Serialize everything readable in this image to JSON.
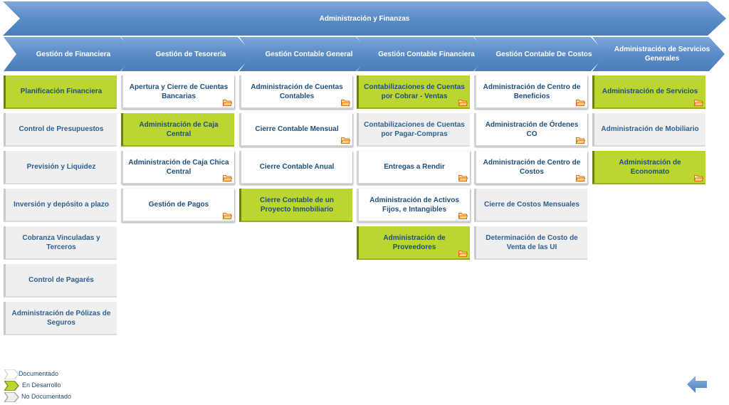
{
  "banner": {
    "title": "Administración y Finanzas"
  },
  "columns": [
    {
      "header": "Gestión de Financiera",
      "items": [
        {
          "label": "Planificación Financiera",
          "status": "dev",
          "folder": false
        },
        {
          "label": "Control de Presupuestos",
          "status": "und",
          "folder": false
        },
        {
          "label": "Previsión y Liquidez",
          "status": "und",
          "folder": false
        },
        {
          "label": "Inversión y depósito a plazo",
          "status": "und",
          "folder": false
        },
        {
          "label": "Cobranza Vinculadas y Terceros",
          "status": "und",
          "folder": false
        },
        {
          "label": "Control de Pagarés",
          "status": "und",
          "folder": false
        },
        {
          "label": "Administración de Pólizas de Seguros",
          "status": "und",
          "folder": false
        }
      ]
    },
    {
      "header": "Gestión de Tesorería",
      "items": [
        {
          "label": "Apertura y Cierre de Cuentas Bancarias",
          "status": "doc",
          "folder": true
        },
        {
          "label": "Administración de Caja Central",
          "status": "dev",
          "folder": false
        },
        {
          "label": "Administración de Caja Chica Central",
          "status": "doc",
          "folder": true
        },
        {
          "label": "Gestión de Pagos",
          "status": "doc",
          "folder": true
        }
      ]
    },
    {
      "header": "Gestión Contable General",
      "items": [
        {
          "label": "Administración de Cuentas Contables",
          "status": "doc",
          "folder": true
        },
        {
          "label": "Cierre Contable Mensual",
          "status": "doc",
          "folder": true
        },
        {
          "label": "Cierre Contable Anual",
          "status": "doc",
          "folder": false
        },
        {
          "label": "Cierre Contable de un Proyecto Inmobiliario",
          "status": "dev",
          "folder": false
        }
      ]
    },
    {
      "header": "Gestión Contable Financiera",
      "items": [
        {
          "label": "Contabilizaciones de Cuentas por Cobrar - Ventas",
          "status": "dev",
          "folder": true
        },
        {
          "label": "Contabilizaciones de Cuentas por Pagar-Compras",
          "status": "und",
          "folder": false
        },
        {
          "label": "Entregas a Rendir",
          "status": "doc",
          "folder": true
        },
        {
          "label": "Administración de Activos Fijos, e Intangibles",
          "status": "doc",
          "folder": true
        },
        {
          "label": "Administración de Proveedores",
          "status": "dev",
          "folder": true
        }
      ]
    },
    {
      "header": "Gestión Contable De Costos",
      "items": [
        {
          "label": "Administración de Centro de Beneficios",
          "status": "doc",
          "folder": true
        },
        {
          "label": "Administración de Órdenes CO",
          "status": "doc",
          "folder": true
        },
        {
          "label": "Administración de Centro de Costos",
          "status": "doc",
          "folder": true
        },
        {
          "label": "Cierre de Costos Mensuales",
          "status": "und",
          "folder": false
        },
        {
          "label": "Determinación de Costo de Venta de las UI",
          "status": "und",
          "folder": false
        }
      ]
    },
    {
      "header": "Administración de Servicios Generales",
      "items": [
        {
          "label": "Administración de Servicios",
          "status": "dev",
          "folder": true
        },
        {
          "label": "Administración de Mobiliario",
          "status": "und",
          "folder": false
        },
        {
          "label": "Administración de Economato",
          "status": "dev",
          "folder": true
        }
      ]
    }
  ],
  "legend": [
    {
      "status": "doc",
      "label": "Documentado"
    },
    {
      "status": "dev",
      "label": "En Desarrollo"
    },
    {
      "status": "und",
      "label": "No Documentado"
    }
  ],
  "icons": {
    "folder": "folder-icon",
    "back": "back-arrow-icon"
  },
  "colors": {
    "banner": "#4f81bd",
    "in_development": "#bcd630",
    "documented": "#ffffff",
    "not_documented": "#efefef",
    "text": "#1f4e79",
    "folder": "#e46c0a"
  }
}
